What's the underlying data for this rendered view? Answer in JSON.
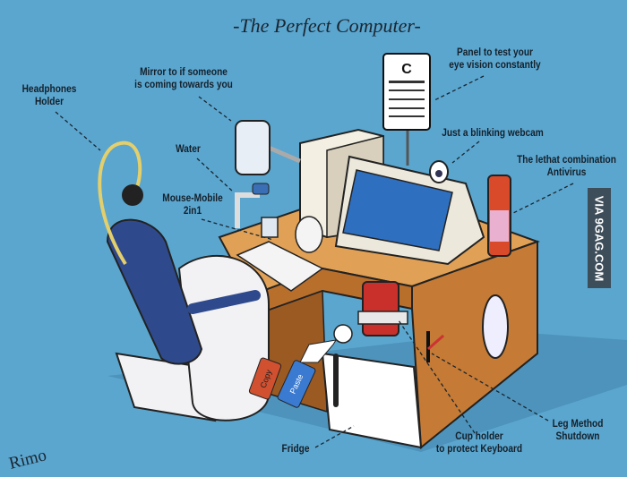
{
  "title": "-The Perfect Computer-",
  "labels": {
    "headphones": [
      "Headphones",
      "Holder"
    ],
    "mirror": [
      "Mirror to if someone",
      "is coming towards you"
    ],
    "water": "Water",
    "mouse": [
      "Mouse-Mobile",
      "2in1"
    ],
    "panel": [
      "Panel to test your",
      "eye vision constantly"
    ],
    "webcam": "Just a blinking webcam",
    "antivirus": [
      "The lethat combination",
      "Antivirus"
    ],
    "fridge": "Fridge",
    "cup": [
      "Cup holder",
      "to protect Keyboard"
    ],
    "leg": [
      "Leg Method",
      "Shutdown"
    ]
  },
  "pedals": {
    "copy": "Copy",
    "paste": "Paste"
  },
  "eye_chart_top": "C",
  "watermark": "VIA 9GAG.COM",
  "signature": "Rimo",
  "colors": {
    "background": "#5ba6cf",
    "desk": "#d9903f",
    "seat": "#2f4a8c",
    "screen": "#2f6fc0"
  }
}
